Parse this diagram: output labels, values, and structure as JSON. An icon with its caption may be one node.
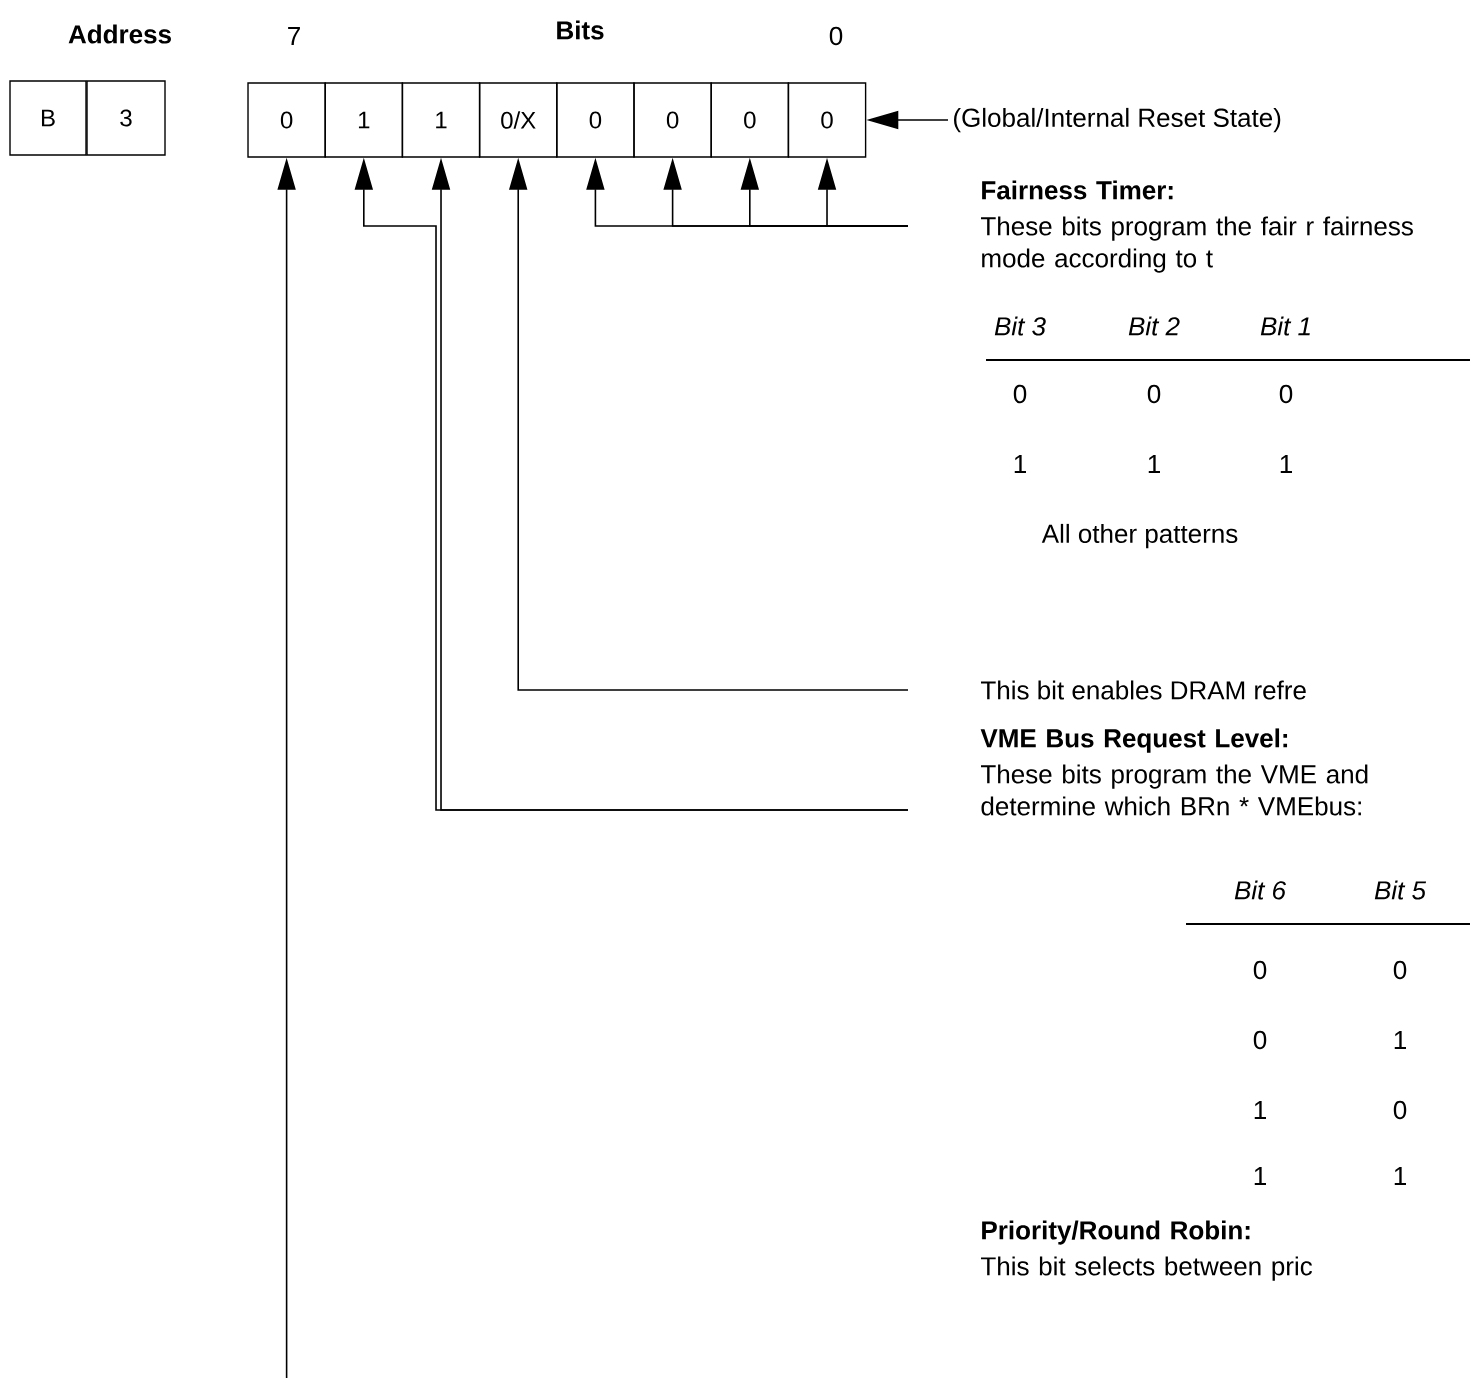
{
  "diagram": {
    "nodes": [
      {
        "text": [
          "B"
        ]
      },
      {
        "text": [
          "3"
        ]
      },
      {
        "text": [
          "0"
        ]
      },
      {
        "text": [
          "1"
        ]
      },
      {
        "text": [
          "1"
        ]
      },
      {
        "text": [
          "0/X"
        ]
      },
      {
        "text": [
          "0"
        ]
      },
      {
        "text": [
          "0"
        ]
      },
      {
        "text": [
          "0"
        ]
      },
      {
        "text": [
          "0"
        ]
      },
      {
        "text": [
          "(Global/Internal Reset State)"
        ]
      },
      {
        "text": [
          "Fairness Timer:",
          "These bits program the fair r fairness mode according to t"
        ]
      },
      {
        "text": [
          "This bit enables DRAM refre"
        ]
      },
      {
        "text": [
          "VME Bus Request Level:",
          "These bits program the VME and determine which BRn * VMEbus:"
        ]
      },
      {
        "text": [
          "Priority/Round Robin:",
          "This bit selects between pric"
        ]
      }
    ],
    "edges": [
      {
        "from": 10,
        "to": 9,
        "arrow": "to"
      },
      {
        "from": 11,
        "to": 6,
        "arrow": "to"
      },
      {
        "from": 11,
        "to": 7,
        "arrow": "to"
      },
      {
        "from": 11,
        "to": 8,
        "arrow": "to"
      },
      {
        "from": 11,
        "to": 9,
        "arrow": "to"
      },
      {
        "from": 12,
        "to": 5,
        "arrow": "to"
      },
      {
        "from": 13,
        "to": 3,
        "arrow": "to"
      },
      {
        "from": 13,
        "to": 4,
        "arrow": "to"
      },
      {
        "from": null,
        "to": 2,
        "arrow": "to"
      }
    ],
    "labels": [
      "Address",
      "7",
      "Bits",
      "0",
      "Bit 3",
      "Bit 2",
      "Bit 1",
      "0",
      "0",
      "0",
      "1",
      "1",
      "1",
      "All other patterns",
      "Bit 6",
      "Bit 5",
      "0",
      "0",
      "0",
      "1",
      "1",
      "0",
      "1",
      "1"
    ]
  }
}
